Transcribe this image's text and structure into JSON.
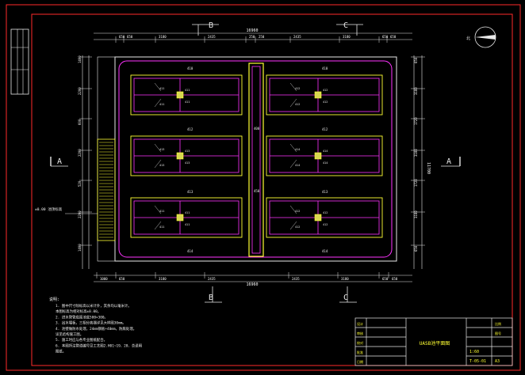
{
  "drawing": {
    "grid_top": [
      "B",
      "C"
    ],
    "grid_bottom": [
      "B",
      "C"
    ],
    "section_marks": [
      "A",
      "A"
    ],
    "overall_dim_top": "16960",
    "overall_dim_bottom": "16960",
    "overall_dim_right": "11700",
    "top_dims": [
      "650",
      "650",
      "3180",
      "2435",
      "250",
      "250",
      "2435",
      "3180",
      "650",
      "650"
    ],
    "bottom_dims": [
      "1000",
      "650",
      "3180",
      "2435",
      "2435",
      "3180",
      "650",
      "650"
    ],
    "left_dims": [
      "1400",
      "2200",
      "600",
      "2200",
      "520",
      "2200",
      "1400"
    ],
    "right_dims": [
      "650",
      "3180",
      "1720",
      "3180",
      "1720",
      "3180",
      "650"
    ],
    "channel_labels": [
      "410",
      "412",
      "413",
      "414"
    ],
    "center_labels": [
      "400",
      "450"
    ],
    "tank_small_labels": [
      "411",
      "412",
      "413",
      "414",
      "411",
      "412"
    ],
    "side_callout": "±0.00 池顶标高",
    "notes_title": "说明:",
    "notes": [
      "1. 图中尺寸除标高以米计外，其余均以毫米计。",
      "   本图标高为相对标高±0.00。",
      "2. 进水管管底距池底500×300。",
      "3. 出水堰板，三相分离器详见大样图30mm。",
      "4. 池壁做防水处理，24mm钢板+40mm，防腐处理。",
      "   详见结构施工图。",
      "5. 施工时应与各专业图纸配合。",
      "6. 本图所注管道编号见工艺图2.H01~19、20、总说明",
      "   图纸。"
    ],
    "title_block": {
      "drawing_name": "UASB池平面图",
      "drawing_no": "T-05-01",
      "scale": "1:60",
      "sheet": "A3",
      "cells": [
        "设计",
        "审核",
        "校对",
        "批准",
        "日期",
        "比例",
        "图号"
      ]
    },
    "colors": {
      "frame": "#ff2a2a",
      "line": "#e8e8e8",
      "tank": "#ffff33",
      "pipe": "#ff33ff",
      "dim": "#ffffff",
      "text_small": "#f0f0f0"
    }
  }
}
